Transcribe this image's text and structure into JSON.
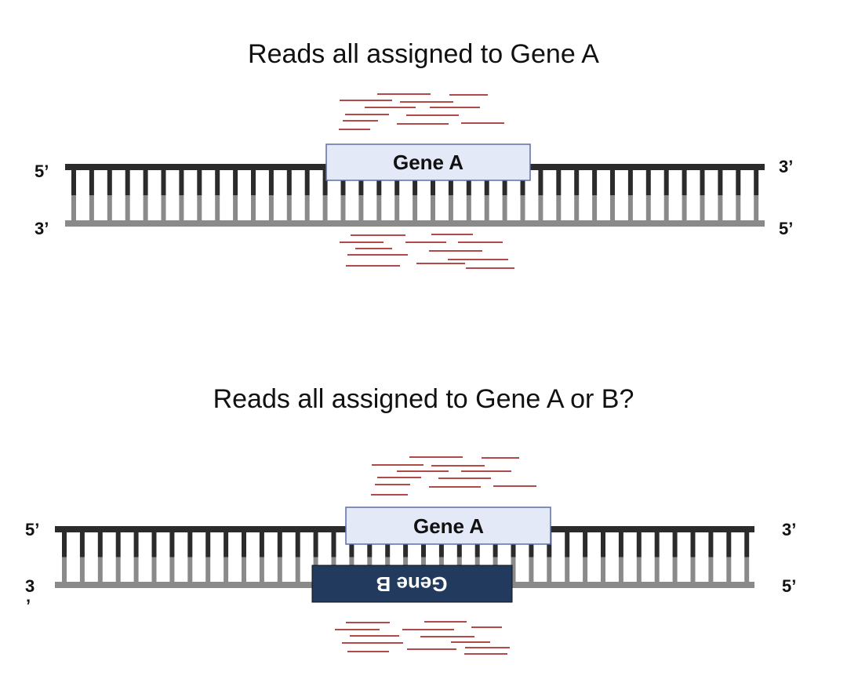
{
  "panel1": {
    "title": "Reads all assigned to Gene A",
    "left_top_end": "5’",
    "left_bottom_end": "3’",
    "right_top_end": "3’",
    "right_bottom_end": "5’",
    "gene_a_label": "Gene A"
  },
  "panel2": {
    "title": "Reads all assigned to Gene A or B?",
    "left_top_end": "5’",
    "left_bottom_end_a": "3",
    "left_bottom_end_b": "’",
    "right_top_end": "3’",
    "right_bottom_end": "5’",
    "gene_a_label": "Gene A",
    "gene_b_label": "Gene B"
  },
  "colors": {
    "top_strand": "#2b2b2b",
    "bottom_strand": "#8a8a8a",
    "gene_a_fill": "#e4e9f8",
    "gene_a_border": "#5d6ea6",
    "gene_b_fill": "#223a5e",
    "gene_b_text": "#ffffff",
    "read_color": "#b34a4a"
  }
}
